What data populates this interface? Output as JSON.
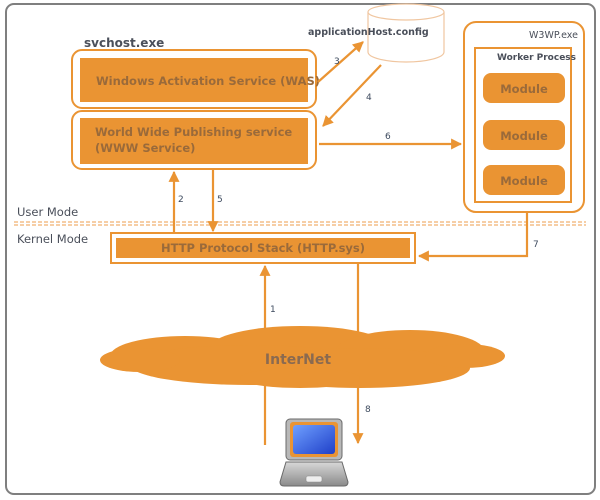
{
  "diagram": {
    "title": "IIS Request Processing Architecture",
    "colors": {
      "orange": "#ea9433",
      "orange_dark": "#e08a28",
      "frame": "#7f7f7f",
      "label": "#4a4f5a",
      "box_text": "#9a6a3a",
      "screen_blue": "#3a6fe8"
    },
    "svchost": {
      "label": "svchost.exe",
      "was": "Windows Activation Service (WAS)",
      "www_line1": "World Wide Publishing  service",
      "www_line2": "(WWW Service)"
    },
    "config": {
      "label": "applicationHost.config",
      "icon": "database-cylinder-icon"
    },
    "w3wp": {
      "label": "W3WP.exe",
      "worker_label": "Worker Process",
      "modules": [
        "Module",
        "Module",
        "Module"
      ]
    },
    "modes": {
      "user": "User Mode",
      "kernel": "Kernel Mode"
    },
    "http_stack": "HTTP Protocol Stack (HTTP.sys)",
    "internet": "InterNet",
    "client_icon": "laptop-icon",
    "steps": [
      "1",
      "2",
      "3",
      "4",
      "5",
      "6",
      "7",
      "8"
    ]
  }
}
